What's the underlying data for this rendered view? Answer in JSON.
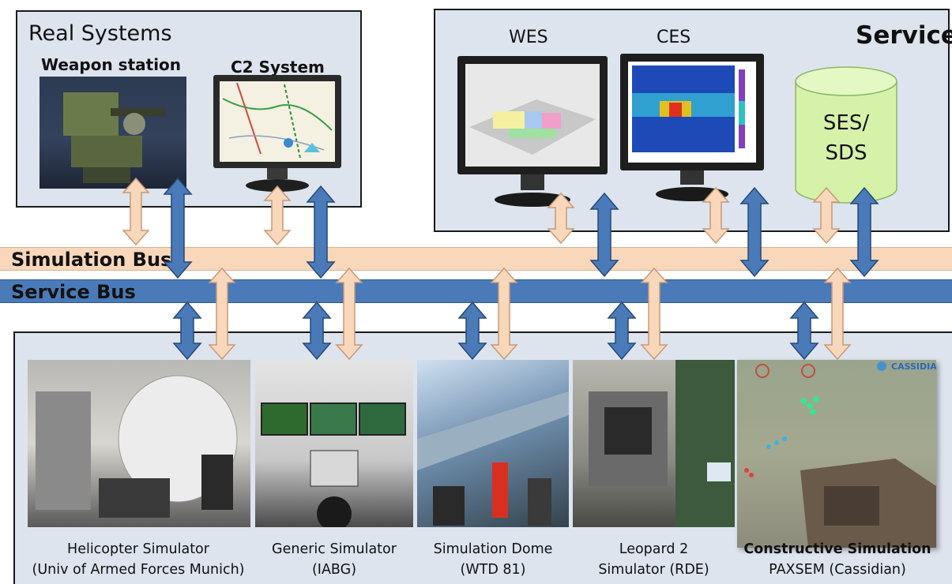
{
  "real_systems": {
    "title": "Real Systems",
    "weapon_station_label": "Weapon station",
    "c2_system_label": "C2 System"
  },
  "services": {
    "title": "Services",
    "wes_label": "WES",
    "ces_label": "CES",
    "database_label_line1": "SES/",
    "database_label_line2": "SDS"
  },
  "buses": {
    "simulation_bus": "Simulation Bus",
    "service_bus": "Service Bus"
  },
  "simulators": [
    {
      "line1": "Helicopter Simulator",
      "line2": "(Univ of Armed Forces Munich)"
    },
    {
      "line1": "Generic Simulator",
      "line2": "(IABG)"
    },
    {
      "line1": "Simulation Dome",
      "line2": "(WTD 81)"
    },
    {
      "line1": "Leopard 2",
      "line2": "Simulator (RDE)"
    },
    {
      "line1": "Constructive Simulation",
      "line2": "PAXSEM (Cassidian)"
    }
  ],
  "logo_text": "CASSIDIAN",
  "colors": {
    "simulation_bus": "#f9d7ba",
    "service_bus": "#4a7ab8",
    "panel": "#dde4ee",
    "database": "#d6f2a8"
  }
}
